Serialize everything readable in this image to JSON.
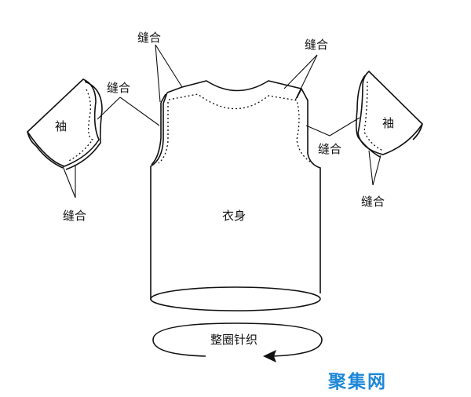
{
  "labels": {
    "seam": "缝合",
    "sleeve": "袖",
    "body": "衣身",
    "knit": "整圈针织"
  },
  "watermark": "聚集网",
  "colors": {
    "line": "#111111",
    "watermark": "#1e88d8",
    "background": "#ffffff"
  }
}
